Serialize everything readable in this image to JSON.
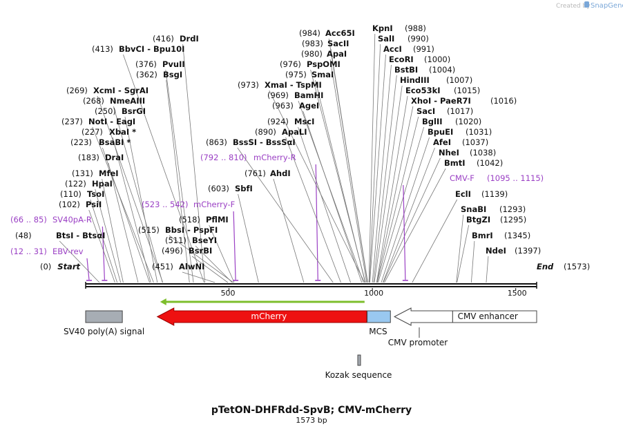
{
  "logo": {
    "prefix": "Created by",
    "brand": "SnapGene"
  },
  "map": {
    "length": 1573,
    "title": "pTetON-DHFRdd-SpvB; CMV-mCherry",
    "subtitle": "1573 bp",
    "ticks": [
      "500",
      "1000",
      "1500"
    ],
    "tick_positions": [
      500,
      1000,
      1500
    ]
  },
  "enzymes": [
    {
      "pos": "(0)",
      "name": "Start",
      "at": 0
    },
    {
      "pos": "(12 .. 31)",
      "name": "EBV-rev",
      "primer": true,
      "at": 12
    },
    {
      "pos": "(48)",
      "name": "BtsI  -  BtsαI",
      "at": 48
    },
    {
      "pos": "(66 .. 85)",
      "name": "SV40pA-R",
      "primer": true,
      "at": 66
    },
    {
      "pos": "(102)",
      "name": "PsiI",
      "at": 102
    },
    {
      "pos": "(110)",
      "name": "TsoI",
      "at": 110
    },
    {
      "pos": "(122)",
      "name": "HpaI",
      "at": 122
    },
    {
      "pos": "(131)",
      "name": "MfeI",
      "at": 131
    },
    {
      "pos": "(183)",
      "name": "DraI",
      "at": 183
    },
    {
      "pos": "(223)",
      "name": "BsaBI *",
      "at": 223
    },
    {
      "pos": "(227)",
      "name": "XbaI *",
      "at": 227
    },
    {
      "pos": "(237)",
      "name": "NotI  -  EagI",
      "at": 237
    },
    {
      "pos": "(250)",
      "name": "BsrGI",
      "at": 250
    },
    {
      "pos": "(268)",
      "name": "NmeAIII",
      "at": 268
    },
    {
      "pos": "(269)",
      "name": "XcmI  -  SgrAI",
      "at": 269
    },
    {
      "pos": "(362)",
      "name": "BsgI",
      "at": 362
    },
    {
      "pos": "(376)",
      "name": "PvuII",
      "at": 376
    },
    {
      "pos": "(413)",
      "name": "BbvCI  -  Bpu10I",
      "at": 413
    },
    {
      "pos": "(416)",
      "name": "DrdI",
      "at": 416
    },
    {
      "pos": "(451)",
      "name": "AlwNI",
      "at": 451
    },
    {
      "pos": "(496)",
      "name": "BsrBI",
      "at": 496
    },
    {
      "pos": "(511)",
      "name": "BseYI",
      "at": 511
    },
    {
      "pos": "(515)",
      "name": "BbsI  -  PspFI",
      "at": 515
    },
    {
      "pos": "(518)",
      "name": "PflMI",
      "at": 518
    },
    {
      "pos": "(523 .. 542)",
      "name": "mCherry-F",
      "primer": true,
      "at": 523
    },
    {
      "pos": "(603)",
      "name": "SbfI",
      "at": 603
    },
    {
      "pos": "(761)",
      "name": "AhdI",
      "at": 761
    },
    {
      "pos": "(792 .. 810)",
      "name": "mCherry-R",
      "primer": true,
      "at": 810
    },
    {
      "pos": "(863)",
      "name": "BssSI  -  BssSαI",
      "at": 863
    },
    {
      "pos": "(890)",
      "name": "ApaLI",
      "at": 890
    },
    {
      "pos": "(924)",
      "name": "MscI",
      "at": 924
    },
    {
      "pos": "(963)",
      "name": "AgeI",
      "at": 963
    },
    {
      "pos": "(969)",
      "name": "BamHI",
      "at": 969
    },
    {
      "pos": "(973)",
      "name": "XmaI  -  TspMI",
      "at": 973
    },
    {
      "pos": "(975)",
      "name": "SmaI",
      "at": 975
    },
    {
      "pos": "(976)",
      "name": "PspOMI",
      "at": 976
    },
    {
      "pos": "(980)",
      "name": "ApaI",
      "at": 980
    },
    {
      "pos": "(983)",
      "name": "SacII",
      "at": 983
    },
    {
      "pos": "(984)",
      "name": "Acc65I",
      "at": 984
    },
    {
      "pos": "(988)",
      "name": "KpnI",
      "at": 988
    },
    {
      "pos": "(990)",
      "name": "SalI",
      "at": 990
    },
    {
      "pos": "(991)",
      "name": "AccI",
      "at": 991
    },
    {
      "pos": "(1000)",
      "name": "EcoRI",
      "at": 1000
    },
    {
      "pos": "(1004)",
      "name": "BstBI",
      "at": 1004
    },
    {
      "pos": "(1007)",
      "name": "HindIII",
      "at": 1007
    },
    {
      "pos": "(1015)",
      "name": "Eco53kI",
      "at": 1015
    },
    {
      "pos": "(1016)",
      "name": "XhoI  -  PaeR7I",
      "at": 1016
    },
    {
      "pos": "(1017)",
      "name": "SacI",
      "at": 1017
    },
    {
      "pos": "(1020)",
      "name": "BglII",
      "at": 1020
    },
    {
      "pos": "(1031)",
      "name": "BpuEI",
      "at": 1031
    },
    {
      "pos": "(1037)",
      "name": "AfeI",
      "at": 1037
    },
    {
      "pos": "(1038)",
      "name": "NheI",
      "at": 1038
    },
    {
      "pos": "(1042)",
      "name": "BmtI",
      "at": 1042
    },
    {
      "pos": "(1095 .. 1115)",
      "name": "CMV-F",
      "primer": true,
      "at": 1115
    },
    {
      "pos": "(1139)",
      "name": "EclI",
      "at": 1139
    },
    {
      "pos": "(1293)",
      "name": "SnaBI",
      "at": 1293
    },
    {
      "pos": "(1295)",
      "name": "BtgZI",
      "at": 1295
    },
    {
      "pos": "(1345)",
      "name": "BmrI",
      "at": 1345
    },
    {
      "pos": "(1397)",
      "name": "NdeI",
      "at": 1397
    },
    {
      "pos": "(1573)",
      "name": "End",
      "at": 1573
    }
  ],
  "features": [
    {
      "name": "SV40 poly(A) signal",
      "start": 0,
      "end": 128,
      "type": "box",
      "color": "#a7adb4"
    },
    {
      "name": "mCherry",
      "start": 250,
      "end": 980,
      "type": "arrow-left",
      "color": "#ee1111"
    },
    {
      "name": "MCS",
      "start": 982,
      "end": 1063,
      "type": "box",
      "color": "#99c8f0"
    },
    {
      "name": "CMV promoter",
      "start": 1077,
      "end": 1280,
      "type": "arrow-left-open",
      "color": "#ffffff"
    },
    {
      "name": "CMV enhancer",
      "start": 1280,
      "end": 1573,
      "type": "box",
      "color": "#ffffff"
    },
    {
      "name": "Kozak sequence",
      "start": 976,
      "end": 986,
      "type": "small-box",
      "color": "#a7adb4"
    }
  ],
  "orf_arrow": {
    "start": 250,
    "end": 980,
    "color": "#7dbe2c"
  }
}
